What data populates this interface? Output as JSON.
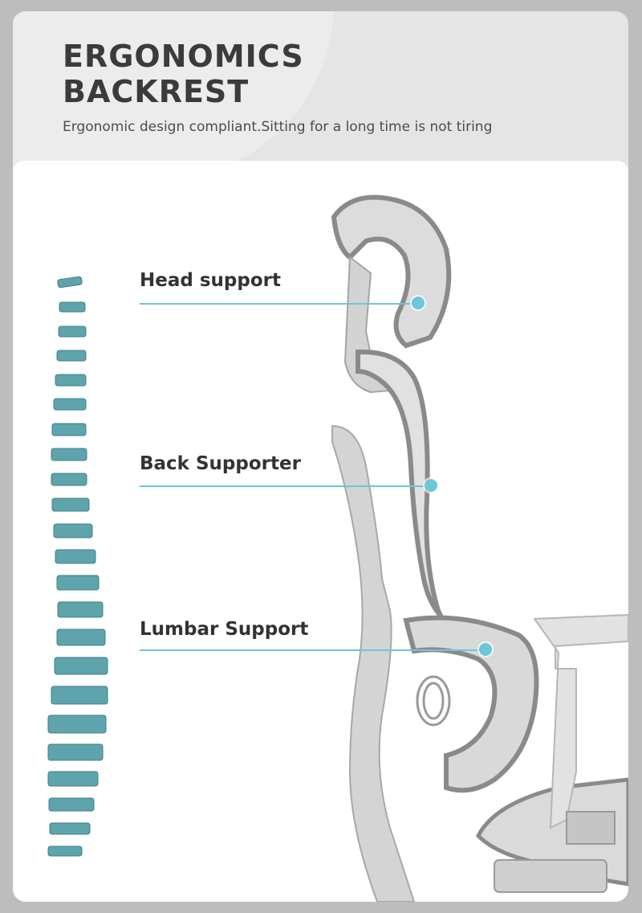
{
  "header": {
    "title_line1": "ERGONOMICS",
    "title_line2": "BACKREST",
    "subtitle": "Ergonomic design compliant.Sitting for a long time is not tiring"
  },
  "labels": {
    "head": "Head support",
    "back": "Back Supporter",
    "lumbar": "Lumbar Support"
  },
  "colors": {
    "accent": "#6cc7d6",
    "vertebra": "#5fa4ad",
    "chair_frame": "#d6d6d6",
    "chair_mesh": "#8a8a8a"
  }
}
